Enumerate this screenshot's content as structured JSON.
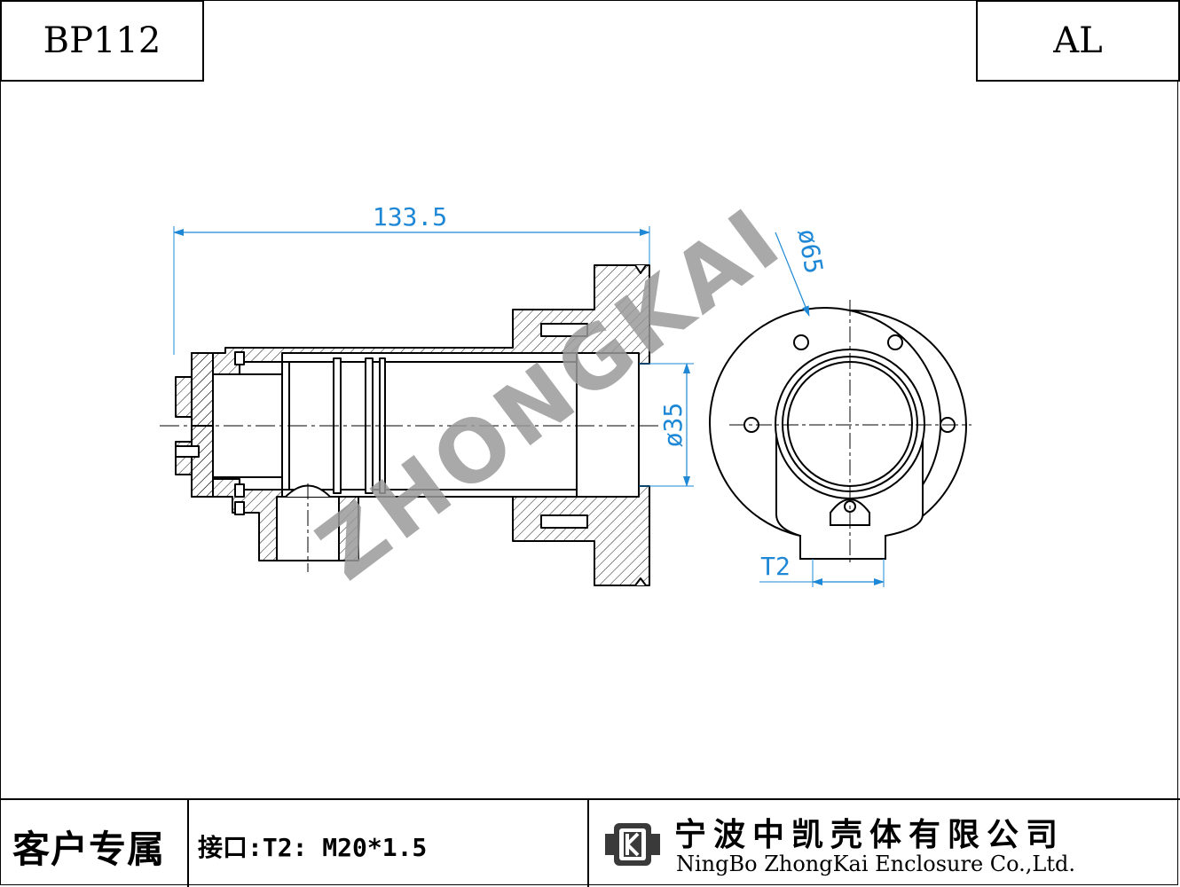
{
  "header": {
    "part_code": "BP112",
    "material": "AL"
  },
  "drawing": {
    "watermark": "ZHONGKAI",
    "dimensions": {
      "length": "133.5",
      "bore_diameter": "ø35",
      "flange_diameter": "ø65",
      "port": "T2"
    }
  },
  "footer": {
    "customer_label": "客户专属",
    "interface_spec": "接口:T2: M20*1.5",
    "company_cn": "宁波中凯壳体有限公司",
    "company_en": "NingBo ZhongKai Enclosure Co.,Ltd.",
    "logo_icon": "zhongkai-logo-icon"
  },
  "colors": {
    "dimension": "#1e88d6",
    "outline": "#000000",
    "watermark": "#9a9a9a"
  }
}
